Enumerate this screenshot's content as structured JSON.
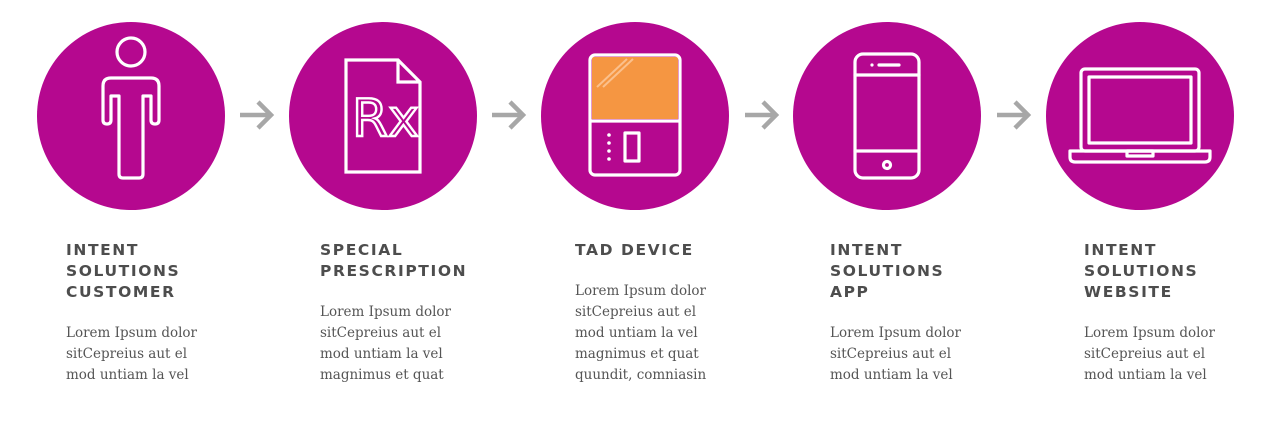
{
  "colors": {
    "circle": "#b5088f",
    "icon_stroke": "#ffffff",
    "arrow": "#a7a7a7",
    "title_text": "#4d4d4d",
    "desc_text": "#555555",
    "tablet_screen": "#f59642"
  },
  "steps": [
    {
      "icon": "person-icon",
      "title_lines": [
        "INTENT",
        "SOLUTIONS",
        "CUSTOMER"
      ],
      "desc_lines": [
        "Lorem Ipsum dolor",
        "sitCepreius aut el",
        "mod untiam la vel"
      ]
    },
    {
      "icon": "prescription-icon",
      "title_lines": [
        "SPECIAL",
        "PRESCRIPTION"
      ],
      "desc_lines": [
        "Lorem Ipsum dolor",
        "sitCepreius aut el",
        "mod untiam la vel",
        "magnimus et quat"
      ]
    },
    {
      "icon": "tad-device-icon",
      "title_lines": [
        "TAD DEVICE"
      ],
      "desc_lines": [
        "Lorem Ipsum dolor",
        "sitCepreius aut el",
        "mod untiam la vel",
        "magnimus et quat",
        "quundit, comniasin"
      ]
    },
    {
      "icon": "smartphone-icon",
      "title_lines": [
        "INTENT",
        "SOLUTIONS",
        "APP"
      ],
      "desc_lines": [
        "Lorem Ipsum dolor",
        "sitCepreius aut el",
        "mod untiam la vel"
      ]
    },
    {
      "icon": "laptop-icon",
      "title_lines": [
        "INTENT",
        "SOLUTIONS",
        "WEBSITE"
      ],
      "desc_lines": [
        "Lorem Ipsum dolor",
        "sitCepreius aut el",
        "mod untiam la vel"
      ]
    }
  ],
  "prescription_icon_text": "Rx"
}
